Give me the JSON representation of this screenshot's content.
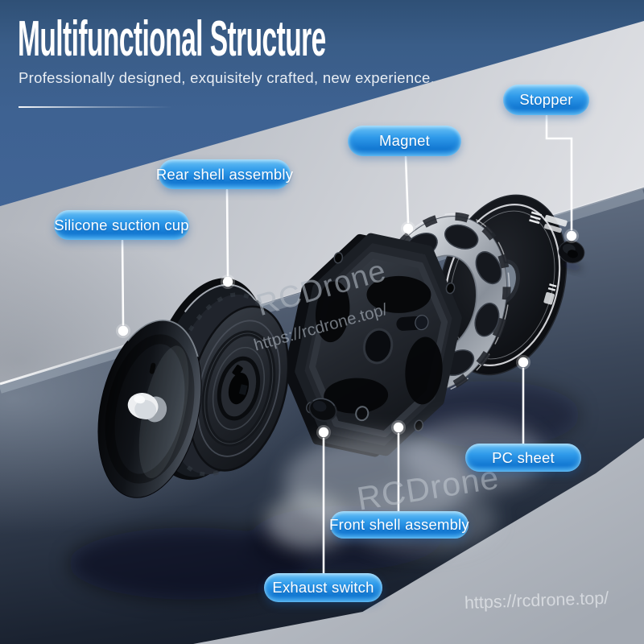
{
  "banner": {
    "title": "Multifunctional Structure",
    "subtitle": "Professionally designed, exquisitely crafted, new experience."
  },
  "labels": [
    {
      "id": "silicone-suction-cup",
      "text": "Silicone suction cup"
    },
    {
      "id": "rear-shell-assembly",
      "text": "Rear shell assembly"
    },
    {
      "id": "magnet",
      "text": "Magnet"
    },
    {
      "id": "stopper",
      "text": "Stopper"
    },
    {
      "id": "pc-sheet",
      "text": "PC sheet"
    },
    {
      "id": "front-shell-assembly",
      "text": "Front shell assembly"
    },
    {
      "id": "exhaust-switch",
      "text": "Exhaust switch"
    }
  ],
  "watermarks": {
    "brand": "RCDrone",
    "url": "https://rcdrone.top/"
  },
  "colors": {
    "banner_blue": "#3e6292",
    "label_blue_top": "#6cc3f6",
    "label_blue_bottom": "#1176d1",
    "wall_gray": "#cfd2d8",
    "table_slate": "#3b475a",
    "corner_silver": "#dfe1e6"
  }
}
